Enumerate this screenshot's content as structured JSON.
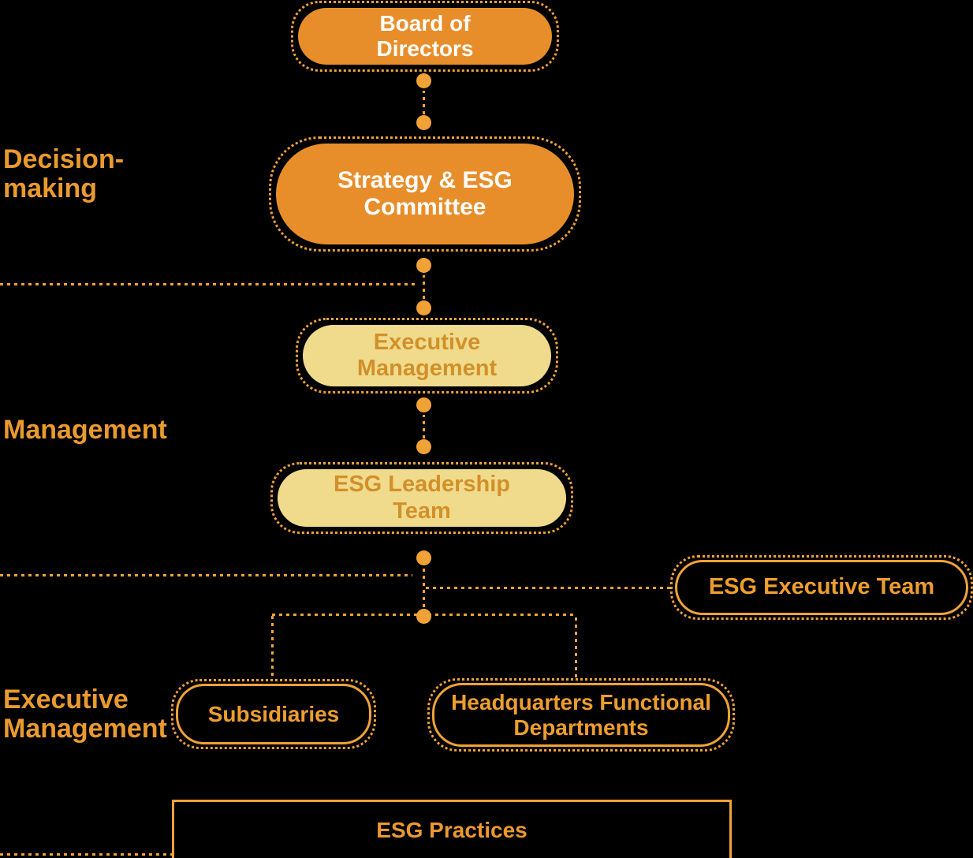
{
  "diagram": {
    "type": "org-governance-flowchart",
    "colors": {
      "background": "#000000",
      "solid_node_fill": "#E78E2B",
      "dotted_line": "#F0A237",
      "light_node_fill": "#F0DB8C",
      "light_node_text": "#D2902A",
      "outline_node_text": "#EE9E2F",
      "side_label_text": "#EA9A2F",
      "solid_node_text": "#FFFFFF"
    },
    "side_labels": {
      "decision_making": "Decision-\nmaking",
      "management": "Management",
      "executive_management": "Executive\nManagement"
    },
    "nodes": {
      "board_of_directors": "Board of\nDirectors",
      "strategy_esg_committee": "Strategy & ESG\nCommittee",
      "executive_management": "Executive\nManagement",
      "esg_leadership_team": "ESG Leadership\nTeam",
      "esg_executive_team": "ESG Executive Team",
      "subsidiaries": "Subsidiaries",
      "headquarters_functional_departments": "Headquarters Functional\nDepartments",
      "esg_practices": "ESG Practices"
    }
  }
}
